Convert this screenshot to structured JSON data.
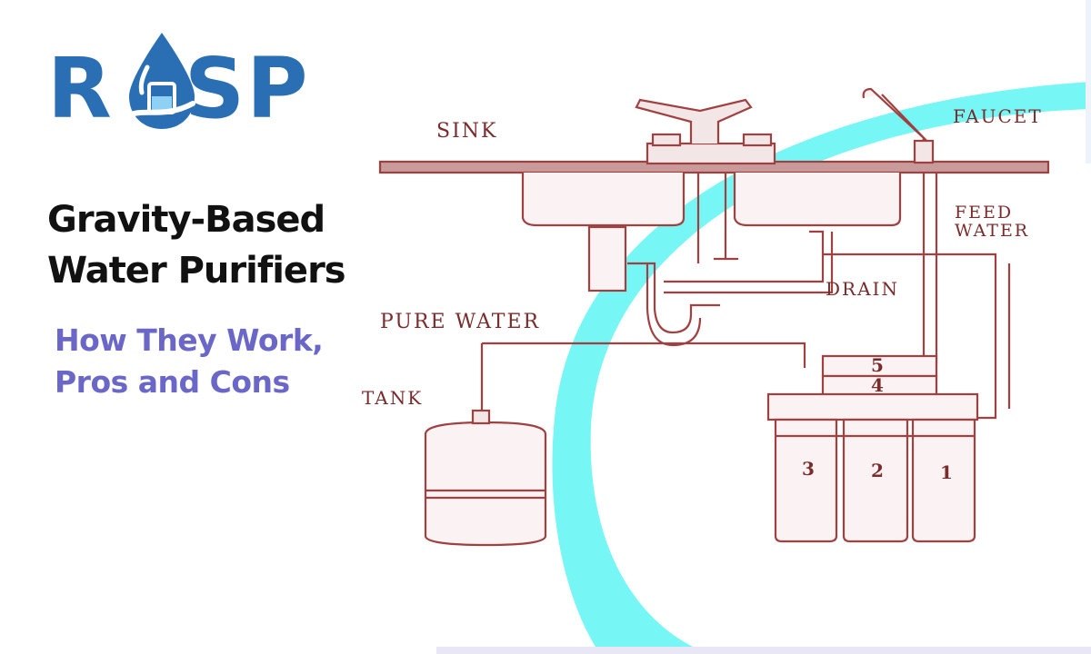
{
  "logo": {
    "text_left": "R",
    "text_right": "SP"
  },
  "headline": {
    "line1": "Gravity-Based",
    "line2": "Water Purifiers"
  },
  "subheadline": {
    "line1": "How They Work,",
    "line2": "Pros and Cons"
  },
  "diagram": {
    "labels": {
      "sink": "SINK",
      "faucet": "FAUCET",
      "feed_water_1": "FEED",
      "feed_water_2": "WATER",
      "drain": "DRAIN",
      "pure_water": "PURE WATER",
      "tank": "TANK"
    },
    "stage_numbers": [
      "1",
      "2",
      "3",
      "4",
      "5"
    ]
  },
  "colors": {
    "brand_blue": "#2a6fb3",
    "subtitle_purple": "#6a67c8",
    "diagram_line": "#a04040",
    "accent_cyan": "#5ff4f4"
  }
}
